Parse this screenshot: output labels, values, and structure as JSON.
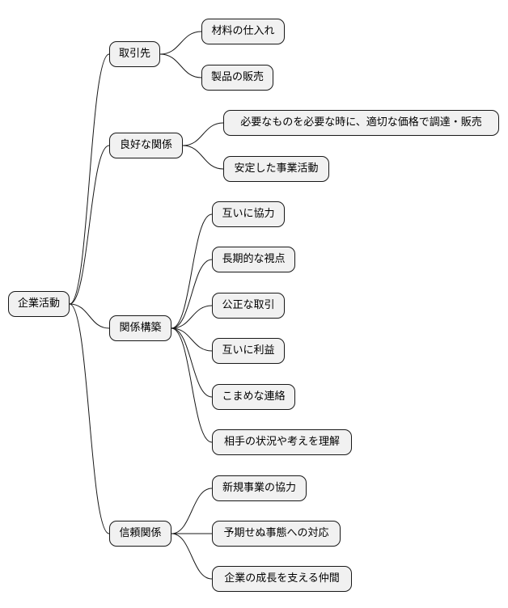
{
  "root": {
    "label": "企業活動"
  },
  "branches": [
    {
      "label": "取引先",
      "children": [
        "材料の仕入れ",
        "製品の販売"
      ]
    },
    {
      "label": "良好な関係",
      "children": [
        "必要なものを必要な時に、適切な価格で調達・販売",
        "安定した事業活動"
      ]
    },
    {
      "label": "関係構築",
      "children": [
        "互いに協力",
        "長期的な視点",
        "公正な取引",
        "互いに利益",
        "こまめな連絡",
        "相手の状況や考えを理解"
      ]
    },
    {
      "label": "信頼関係",
      "children": [
        "新規事業の協力",
        "予期せぬ事態への対応",
        "企業の成長を支える仲間"
      ]
    }
  ],
  "colors": {
    "node_fill": "#f1f1f1",
    "node_border": "#181818",
    "edge": "#181818"
  }
}
